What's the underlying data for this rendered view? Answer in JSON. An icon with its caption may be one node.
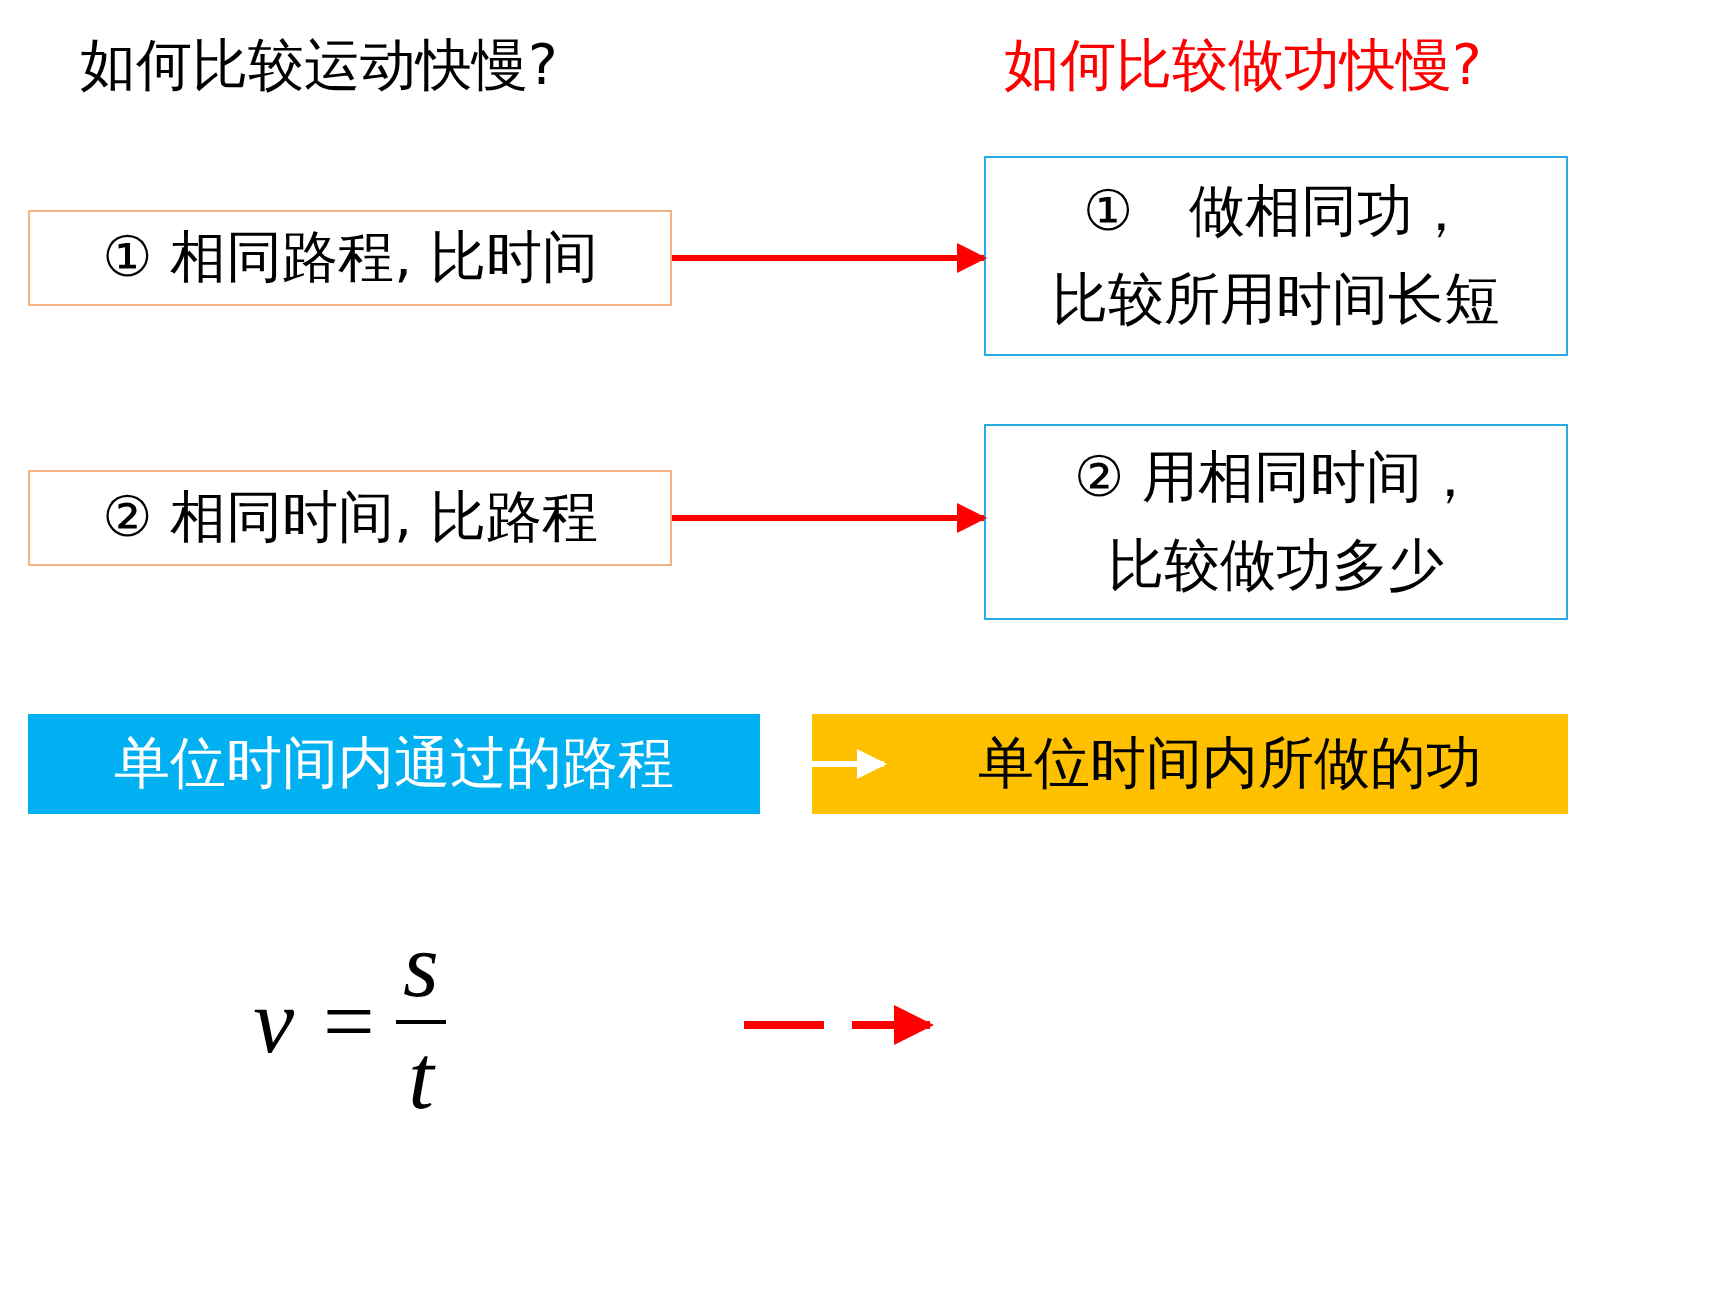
{
  "diagram": {
    "nodes": [
      {
        "text": [
          "① 相同路程, 比时间"
        ]
      },
      {
        "text": [
          "①　做相同功，比较所用时间长短"
        ]
      },
      {
        "text": [
          "② 相同时间, 比路程"
        ]
      },
      {
        "text": [
          "② 用相同时间，比较做功多少"
        ]
      },
      {
        "text": [
          "单位时间内通过的路程"
        ]
      },
      {
        "text": [
          "单位时间内所做的功"
        ]
      },
      {
        "text": [
          "v =",
          "s",
          "t"
        ]
      }
    ],
    "edges": [
      {
        "from": 0,
        "to": 1,
        "arrow": "to",
        "color": "#ff0000"
      },
      {
        "from": 2,
        "to": 3,
        "arrow": "to",
        "color": "#ff0000"
      },
      {
        "from": 4,
        "to": 5,
        "arrow": "to",
        "color": "#ffffff"
      },
      {
        "from": 6,
        "to": null,
        "arrow": "to",
        "style": "dashed",
        "color": "#ff0000"
      }
    ],
    "labels": [
      "如何比较运动快慢?",
      "如何比较做功快慢?"
    ]
  }
}
